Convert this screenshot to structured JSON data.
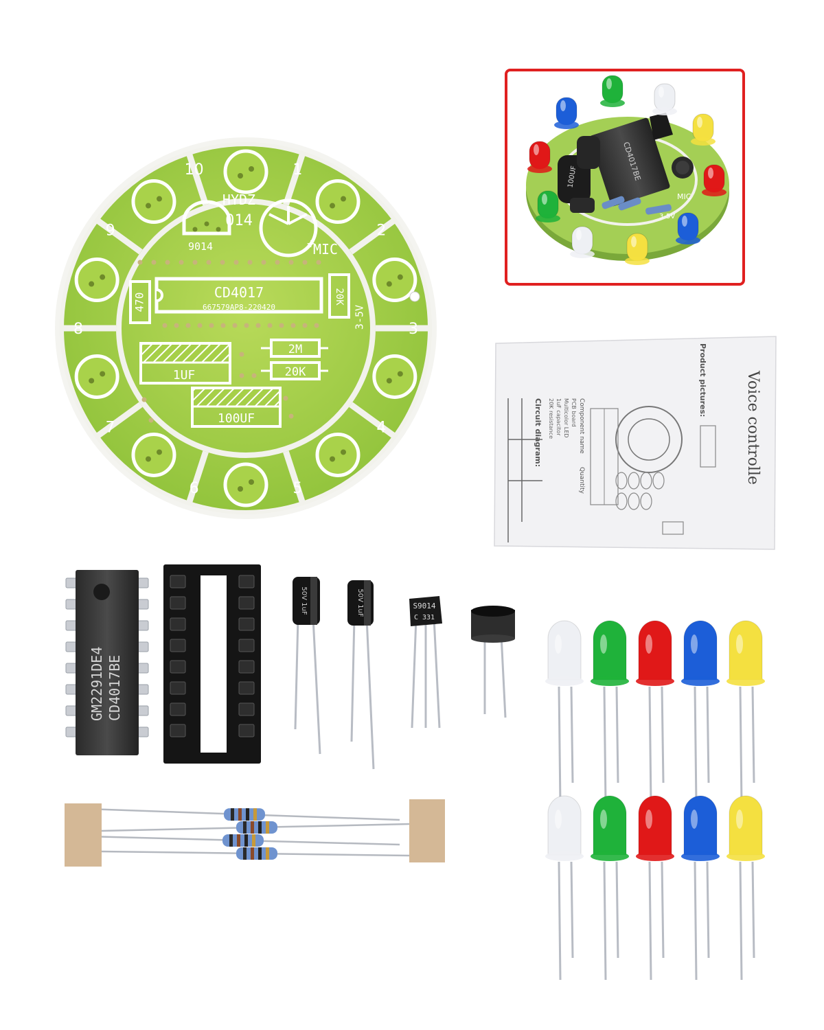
{
  "pcb": {
    "brand": "HYDZ",
    "model": "014",
    "transistor_label": "9014",
    "mic_label": "MIC",
    "ic_label": "CD4017",
    "ic_code": "667579AP8-220420",
    "r470": "470",
    "r20k_v": "20K",
    "voltage": "3-5V",
    "r2m": "2M",
    "r20k_h": "20K",
    "cap1": "1UF",
    "cap2": "100UF",
    "positions": [
      "1",
      "2",
      "3",
      "4",
      "5",
      "6",
      "7",
      "8",
      "9",
      "10"
    ],
    "sign_plus": "+",
    "sign_minus": "—"
  },
  "photo": {
    "frame_color": "#e02020",
    "ic_text": "CD4017BE",
    "cap_text": "100UF",
    "voltage": "3-5V",
    "mic": "MIC"
  },
  "manual": {
    "title": "Voice controlle",
    "product_pictures": "Product pictures:",
    "circuit_diagram": "Circuit diagram:",
    "component_name": "Component name",
    "quantity": "Quantity",
    "rows": [
      "PCB board",
      "Multicolor LED",
      "1uF capacitor",
      "20K resistance"
    ]
  },
  "parts": {
    "ic_line1": "GM2291DE4",
    "ic_line2": "CD4017BE",
    "cap1_label": "50V 1uF",
    "cap2_label": "50V 1uF",
    "transistor_l1": "S9014",
    "transistor_l2": "C 331"
  },
  "led_colors": {
    "white": "#eef0f4",
    "green": "#1fb23a",
    "red": "#e01818",
    "blue": "#1c5ed8",
    "yellow": "#f4e040"
  }
}
